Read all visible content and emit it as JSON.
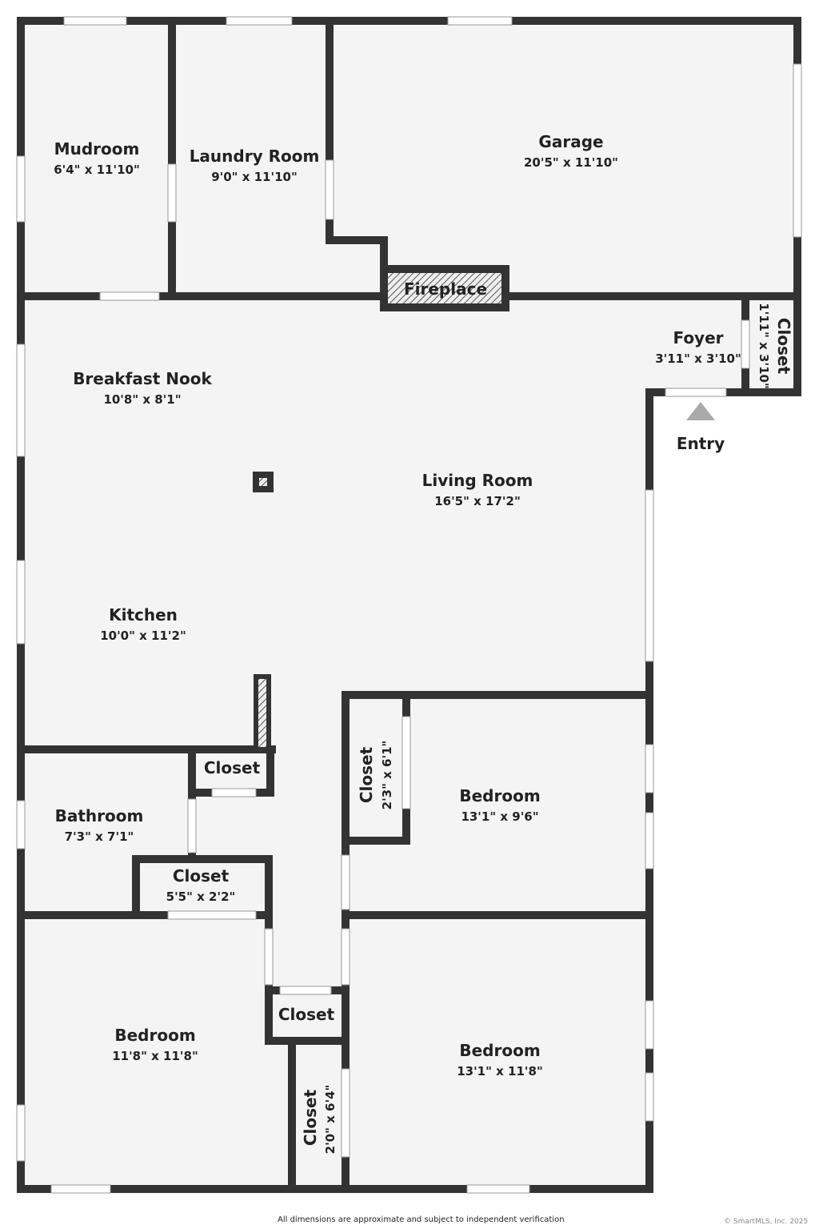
{
  "rooms": {
    "mudroom": {
      "name": "Mudroom",
      "dims": "6'4\" x 11'10\""
    },
    "laundry": {
      "name": "Laundry Room",
      "dims": "9'0\" x 11'10\""
    },
    "garage": {
      "name": "Garage",
      "dims": "20'5\" x 11'10\""
    },
    "fireplace": {
      "name": "Fireplace"
    },
    "foyer": {
      "name": "Foyer",
      "dims": "3'11\" x 3'10\""
    },
    "foyer_closet": {
      "name": "Closet",
      "dims": "1'11\" x 3'10\""
    },
    "entry": {
      "name": "Entry"
    },
    "breakfast": {
      "name": "Breakfast Nook",
      "dims": "10'8\" x 8'1\""
    },
    "living": {
      "name": "Living Room",
      "dims": "16'5\" x 17'2\""
    },
    "kitchen": {
      "name": "Kitchen",
      "dims": "10'0\" x 11'2\""
    },
    "closet_small": {
      "name": "Closet"
    },
    "bathroom": {
      "name": "Bathroom",
      "dims": "7'3\" x 7'1\""
    },
    "closet_hall": {
      "name": "Closet",
      "dims": "5'5\" x 2'2\""
    },
    "closet_bed1": {
      "name": "Closet",
      "dims": "2'3\" x 6'1\""
    },
    "bedroom1": {
      "name": "Bedroom",
      "dims": "13'1\" x 9'6\""
    },
    "bedroom2": {
      "name": "Bedroom",
      "dims": "11'8\" x 11'8\""
    },
    "closet_center": {
      "name": "Closet"
    },
    "bedroom3": {
      "name": "Bedroom",
      "dims": "13'1\" x 11'8\""
    },
    "closet_bed3": {
      "name": "Closet",
      "dims": "2'0\" x 6'4\""
    }
  },
  "footer": {
    "disclaimer": "All dimensions are approximate and subject to independent verification",
    "copyright": "© SmartMLS, Inc.  2025"
  }
}
